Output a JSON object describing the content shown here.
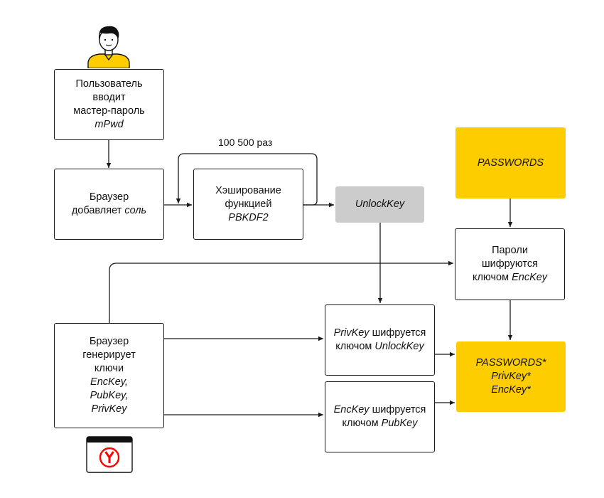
{
  "colors": {
    "accent": "#fdcd00",
    "gray_box": "#cccccc",
    "line": "#1a1a1a",
    "browser_logo": "#ff0000"
  },
  "icons": {
    "user": "user-avatar-icon",
    "browser": "yandex-browser-icon"
  },
  "nodes": {
    "user_input": {
      "l1": "Пользователь",
      "l2": "вводит",
      "l3": "мастер-пароль",
      "l4": "mPwd"
    },
    "browser_salt": {
      "l1": "Браузер",
      "l2a": "добавляет ",
      "l2b": "соль"
    },
    "hashing": {
      "l1": "Хэширование",
      "l2": "функцией",
      "l3": "PBKDF2"
    },
    "unlock_key": {
      "l1": "UnlockKey"
    },
    "passwords": {
      "l1": "PASSWORDS"
    },
    "passwords_enc": {
      "l1": "Пароли",
      "l2": "шифруются",
      "l3a": "ключом ",
      "l3b": "EncKey"
    },
    "browser_keys": {
      "l1": "Браузер",
      "l2": "генерирует",
      "l3": "ключи",
      "l4": "EncKey,",
      "l5": "PubKey,",
      "l6": "PrivKey"
    },
    "privkey_enc": {
      "l1a": "PrivKey",
      "l1b": " шифруется",
      "l2a": "ключом ",
      "l2b": "UnlockKey"
    },
    "enckey_enc": {
      "l1a": "EncKey",
      "l1b": " шифруется",
      "l2a": "ключом ",
      "l2b": "PubKey"
    },
    "result": {
      "l1": "PASSWORDS*",
      "l2": "PrivKey*",
      "l3": "EncKey*"
    }
  },
  "loop_label": "100 500 раз"
}
